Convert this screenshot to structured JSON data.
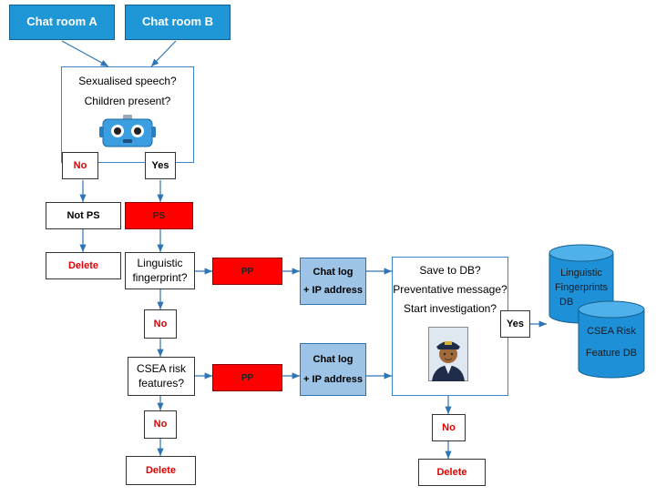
{
  "chat_room_a": "Chat room A",
  "chat_room_b": "Chat room B",
  "question_1": "Sexualised speech?",
  "question_2": "Children present?",
  "no": "No",
  "yes": "Yes",
  "not_ps": "Not PS",
  "ps": "PS",
  "delete": "Delete",
  "linguistic_fingerprint": "Linguistic fingerprint?",
  "csea_risk_features": "CSEA risk features?",
  "pp": "PP",
  "chat_log": "Chat log",
  "ip_address": "+ IP address",
  "save_to_db": "Save to DB?",
  "preventative_message": "Preventative message?",
  "start_investigation": "Start investigation?",
  "db_linguistic_line1": "Linguistic",
  "db_linguistic_line2": "Fingerprints",
  "db_linguistic_line3": "DB",
  "db_csea_line1": "CSEA Risk",
  "db_csea_line2": "Feature DB",
  "colors": {
    "accent_blue": "#1f97d6",
    "alert_red": "#ff0000",
    "light_blue": "#9dc3e6"
  },
  "icons": [
    "robot-icon",
    "police-officer-icon"
  ]
}
